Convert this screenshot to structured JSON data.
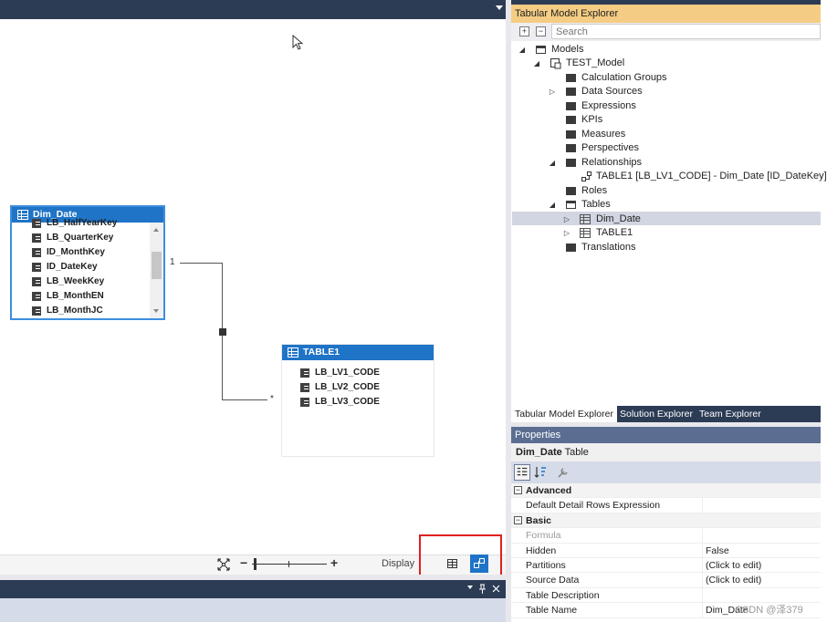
{
  "diagram": {
    "tables": [
      {
        "name": "Dim_Date",
        "columns": [
          "LB_HalfYearKey",
          "LB_QuarterKey",
          "ID_MonthKey",
          "ID_DateKey",
          "LB_WeekKey",
          "LB_MonthEN",
          "LB_MonthJC"
        ]
      },
      {
        "name": "TABLE1",
        "columns": [
          "LB_LV1_CODE",
          "LB_LV2_CODE",
          "LB_LV3_CODE"
        ]
      }
    ],
    "relationship": {
      "one_label": "1",
      "many_label": "*"
    },
    "statusbar": {
      "zoom_minus": "−",
      "zoom_plus": "+",
      "display_label": "Display"
    }
  },
  "explorer": {
    "title": "Tabular Model Explorer",
    "search_placeholder": "Search",
    "toolbar": {
      "expand": "+",
      "collapse": "−"
    },
    "tree": {
      "root": "Models",
      "model": "TEST_Model",
      "nodes": [
        "Calculation Groups",
        "Data Sources",
        "Expressions",
        "KPIs",
        "Measures",
        "Perspectives",
        "Relationships",
        "Roles",
        "Tables",
        "Translations"
      ],
      "relationship_item": "TABLE1 [LB_LV1_CODE] - Dim_Date [ID_DateKey]",
      "tables": [
        "Dim_Date",
        "TABLE1"
      ]
    },
    "tabs": [
      "Tabular Model Explorer",
      "Solution Explorer",
      "Team Explorer"
    ]
  },
  "properties": {
    "title": "Properties",
    "object_name": "Dim_Date",
    "object_type": "Table",
    "sections": [
      {
        "name": "Advanced",
        "rows": [
          {
            "name": "Default Detail Rows Expression",
            "value": ""
          }
        ]
      },
      {
        "name": "Basic",
        "rows": [
          {
            "name": "Formula",
            "value": ""
          },
          {
            "name": "Hidden",
            "value": "False"
          },
          {
            "name": "Partitions",
            "value": "(Click to edit)"
          },
          {
            "name": "Source Data",
            "value": "(Click to edit)"
          },
          {
            "name": "Table Description",
            "value": ""
          },
          {
            "name": "Table Name",
            "value": "Dim_Date"
          }
        ]
      }
    ]
  },
  "watermark": "CSDN @泽379",
  "colors": {
    "accent_blue": "#1f74c7",
    "title_yellow": "#f5cc84",
    "dark_chrome": "#2d3c55",
    "highlight_red": "#e02020"
  }
}
